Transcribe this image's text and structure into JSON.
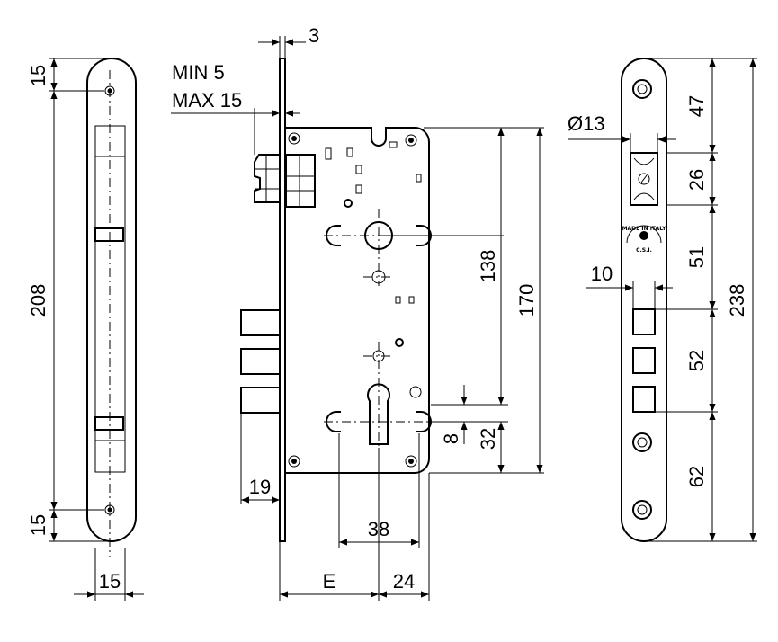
{
  "labels": {
    "left_top_15": "15",
    "left_bottom_15": "15",
    "left_height_208": "208",
    "left_width_15": "15",
    "thick_3": "3",
    "min": "MIN  5",
    "max": "MAX 15",
    "dim_138": "138",
    "dim_170": "170",
    "dim_19": "19",
    "dim_38": "38",
    "dim_32": "32",
    "dim_8": "8",
    "dim_E": "E",
    "dim_24": "24",
    "dia_13": "Ø13",
    "dim_10": "10",
    "dim_47": "47",
    "dim_26": "26",
    "dim_51": "51",
    "dim_52": "52",
    "dim_62": "62",
    "dim_238": "238"
  },
  "logo": {
    "top_text": "MADE IN ITALY",
    "bottom_text": "C.S.I."
  }
}
